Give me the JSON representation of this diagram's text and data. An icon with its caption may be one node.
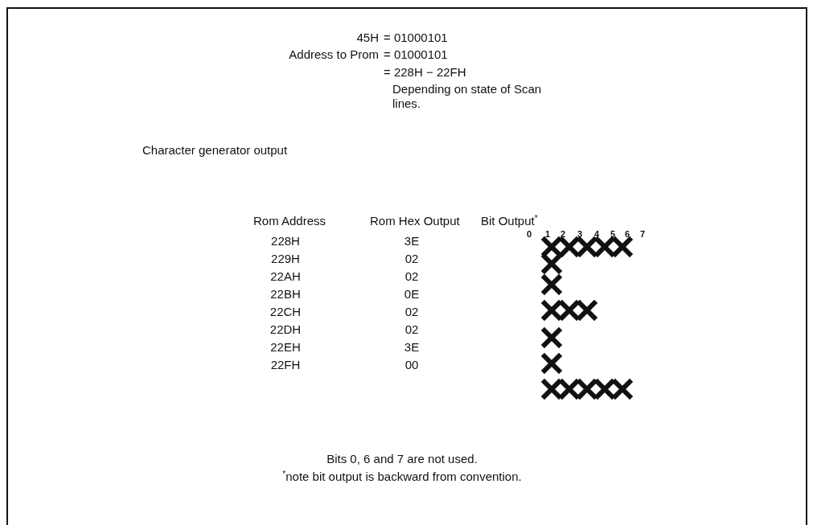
{
  "diagram": {
    "labels": [
      "45H",
      "= 01000101",
      "Address to Prom",
      "= 01000101",
      "= 228H − 22FH",
      "Depending on state of Scan lines.",
      "Character generator output",
      "Rom Address",
      "Rom Hex Output",
      "Bit Output$^{*}$",
      "0",
      "1",
      "2",
      "3",
      "4",
      "5",
      "6",
      "7",
      "228H",
      "3E",
      "229H",
      "02",
      "22AH",
      "02",
      "22BH",
      "0E",
      "22CH",
      "02",
      "22DH",
      "02",
      "22EH",
      "3E",
      "22FH",
      "00",
      "Bits 0, 6 and 7 are not used.",
      "$^{*}$note bit output is backward from convention."
    ]
  }
}
